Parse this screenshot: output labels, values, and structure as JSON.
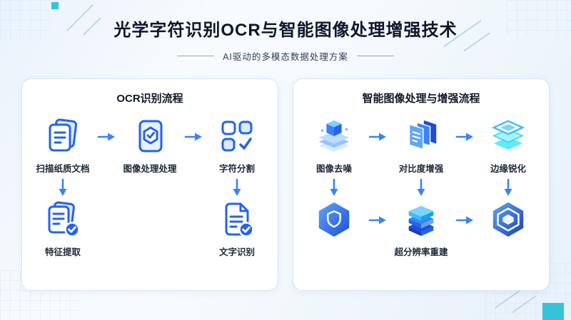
{
  "header": {
    "title": "光学字符识别OCR与智能图像处理增强技术",
    "subtitle": "AI驱动的多模态数据处理方案"
  },
  "panels": {
    "ocr": {
      "title": "OCR识别流程",
      "steps": {
        "scan": {
          "label": "扫描纸质文档",
          "icon": "document-stack-icon"
        },
        "preprocess": {
          "label": "图像处理处理",
          "icon": "document-shield-icon"
        },
        "segment": {
          "label": "字符分割",
          "icon": "grid-check-icon"
        },
        "feature": {
          "label": "特征提取",
          "icon": "document-check-icon"
        },
        "recognize": {
          "label": "文字识别",
          "icon": "page-check-icon"
        }
      }
    },
    "image": {
      "title": "智能图像处理与增强流程",
      "steps": {
        "denoise": {
          "label": "图像去噪",
          "icon": "layers-cube-icon"
        },
        "contrast": {
          "label": "对比度增强",
          "icon": "stacked-panels-icon"
        },
        "sharpen": {
          "label": "边缘锐化",
          "icon": "layered-diamonds-icon"
        },
        "shield": {
          "label": "",
          "icon": "hexagon-shield-icon"
        },
        "superres": {
          "label": "超分辨率重建",
          "icon": "stacked-3d-layers-icon"
        },
        "hexcore": {
          "label": "",
          "icon": "hexagon-core-icon"
        }
      }
    }
  },
  "colors": {
    "primary_blue": "#2563eb",
    "light_blue": "#dbeafe",
    "teal_accent": "#35c3da",
    "card_border": "#d8e6f6"
  }
}
